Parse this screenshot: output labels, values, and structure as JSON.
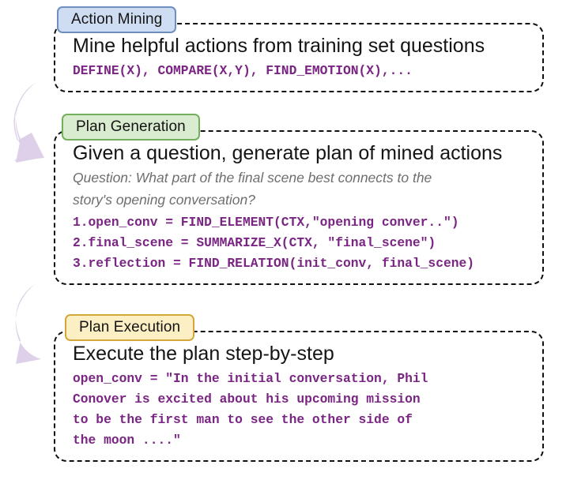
{
  "colors": {
    "code_purple": "#7a2583",
    "question_gray": "#6e6e6e",
    "badge_blue_fill": "#cfddf2",
    "badge_blue_border": "#6e8fbf",
    "badge_green_fill": "#d9ecd0",
    "badge_green_border": "#74b05c",
    "badge_tan_fill": "#fcefc4",
    "badge_tan_border": "#d3a73a",
    "arrow_lavender": "#ddd0e8",
    "panel_border": "#111111"
  },
  "sections": [
    {
      "badge": "Action Mining",
      "headline": "Mine helpful actions from training set questions",
      "code_lines": [
        "DEFINE(X), COMPARE(X,Y), FIND_EMOTION(X),..."
      ]
    },
    {
      "badge": "Plan Generation",
      "headline": "Given a question, generate plan of mined actions",
      "question_lines": [
        "Question: What part of the final scene best connects to the",
        "story's opening conversation?"
      ],
      "code_lines": [
        "1.open_conv = FIND_ELEMENT(CTX,\"opening conver..\")",
        "2.final_scene = SUMMARIZE_X(CTX, \"final_scene\")",
        "3.reflection = FIND_RELATION(init_conv, final_scene)"
      ]
    },
    {
      "badge": "Plan Execution",
      "headline": "Execute the plan step-by-step",
      "code_lines": [
        "open_conv = \"In the initial conversation, Phil",
        "Conover is excited about his upcoming mission",
        "to be the first man to see the other side of",
        "the moon ....\""
      ]
    }
  ],
  "arrows": [
    {
      "name": "arrow-action-mining-to-plan-generation"
    },
    {
      "name": "arrow-plan-generation-to-plan-execution"
    }
  ]
}
